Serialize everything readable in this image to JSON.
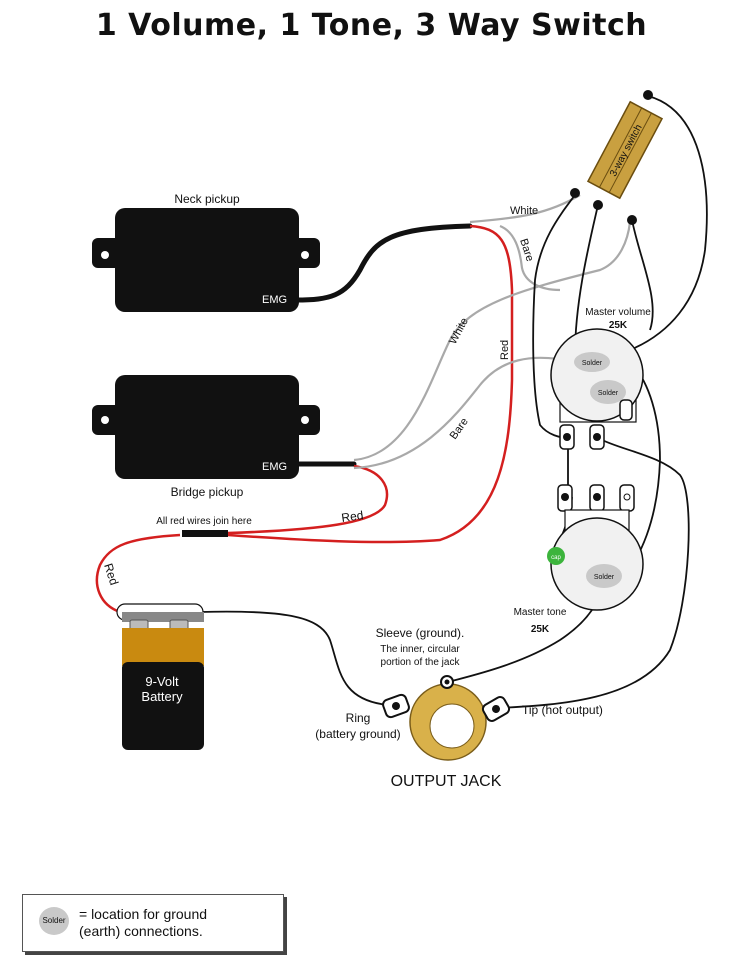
{
  "title": "1 Volume, 1 Tone, 3 Way Switch",
  "labels": {
    "neck_pickup": "Neck pickup",
    "bridge_pickup": "Bridge pickup",
    "emg_neck": "EMG",
    "emg_bridge": "EMG",
    "switch": "3-way switch",
    "white_top": "White",
    "bare_top": "Bare",
    "white_mid": "White",
    "red_mid": "Red",
    "bare_mid": "Bare",
    "red_lower": "Red",
    "red_left": "Red",
    "join": "All red wires join here",
    "master_volume": "Master volume",
    "volume_value": "25K",
    "master_tone": "Master tone",
    "tone_value": "25K",
    "solder": "Solder",
    "cap": "cap",
    "battery_line1": "9-Volt",
    "battery_line2": "Battery",
    "sleeve_title": "Sleeve (ground).",
    "sleeve_desc1": "The inner, circular",
    "sleeve_desc2": "portion of the jack",
    "ring_line1": "Ring",
    "ring_line2": "(battery ground)",
    "tip": "Tip (hot output)",
    "output_jack": "OUTPUT JACK"
  },
  "legend": {
    "symbol": "Solder",
    "text": "= location for ground\n(earth) connections."
  },
  "colors": {
    "red_wire": "#d41f1f",
    "black_wire": "#111111",
    "grey_wire": "#a9a9a9",
    "switch_body": "#c9a040",
    "battery_top": "#c98a10",
    "jack_ring": "#d9b14a",
    "cap": "#3cb43c",
    "solder": "#c9c9c9"
  }
}
